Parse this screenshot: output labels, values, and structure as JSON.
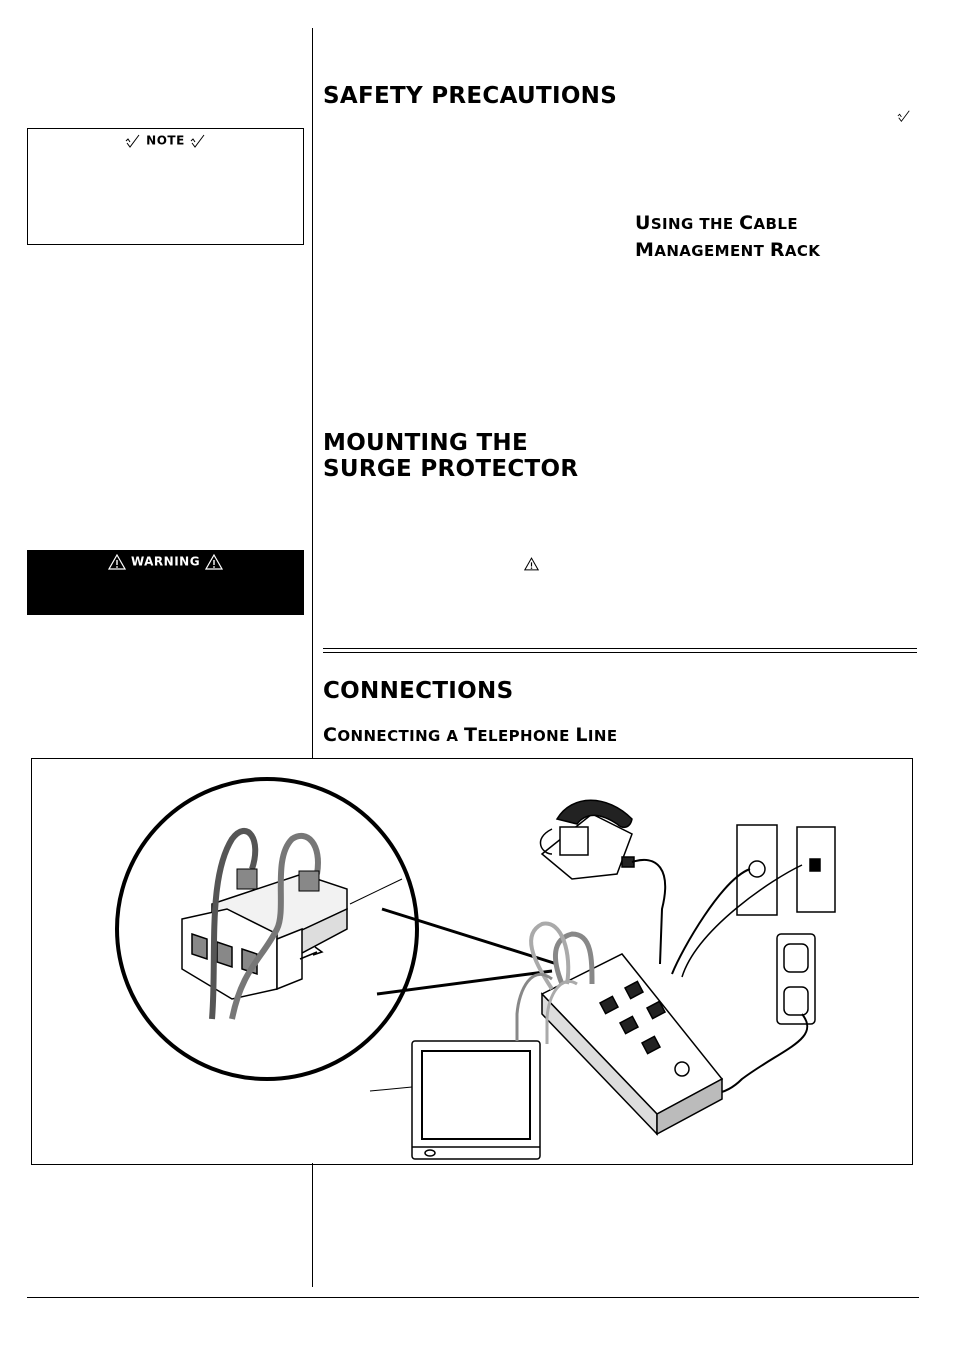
{
  "sections": {
    "safety_title": "SAFETY PRECAUTIONS",
    "mounting_title_line1": "MOUNTING THE",
    "mounting_title_line2": "SURGE PROTECTOR",
    "connections_title": "CONNECTIONS"
  },
  "subsections": {
    "cable_line1_cap1": "U",
    "cable_line1_rest1": "SING THE ",
    "cable_line1_cap2": "C",
    "cable_line1_rest2": "ABLE",
    "cable_line2_cap1": "M",
    "cable_line2_rest1": "ANAGEMENT ",
    "cable_line2_cap2": "R",
    "cable_line2_rest2": "ACK",
    "phone_cap1": "C",
    "phone_rest1": "ONNECTING A ",
    "phone_cap2": "T",
    "phone_rest2": "ELEPHONE ",
    "phone_cap3": "L",
    "phone_rest3": "INE"
  },
  "callouts": {
    "note_label": "NOTE",
    "warning_label": "WARNING"
  },
  "icons": {
    "note": "pencil-check-icon",
    "warning": "warning-triangle-icon"
  }
}
